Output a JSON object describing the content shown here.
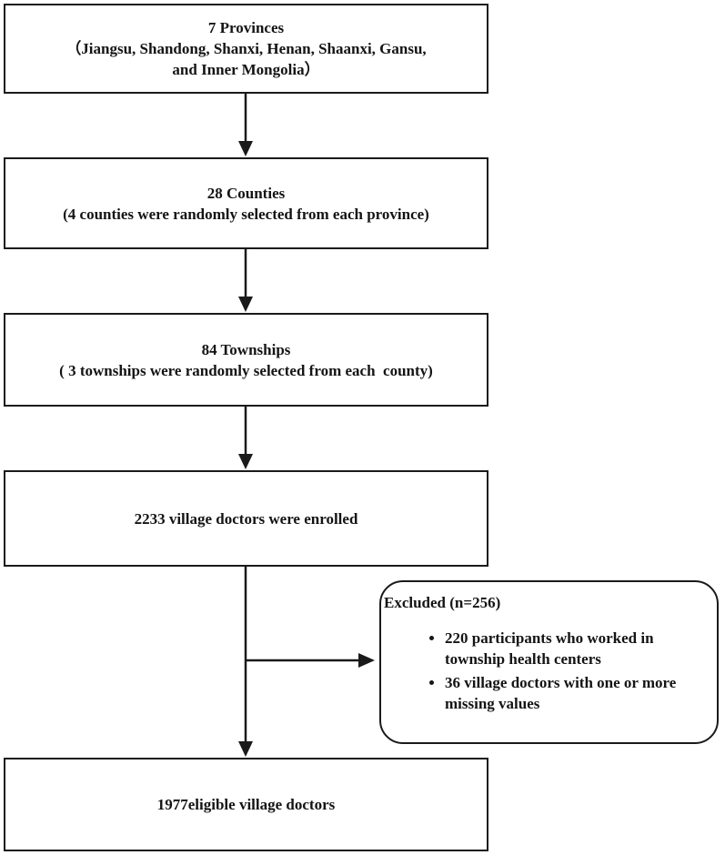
{
  "diagram": {
    "type": "flowchart",
    "colors": {
      "background": "#ffffff",
      "line": "#1a1a1a",
      "text": "#141414"
    },
    "boxes": [
      {
        "id": "provinces",
        "lines": [
          "7 Provinces",
          "（Jiangsu, Shandong, Shanxi, Henan, Shaanxi, Gansu,",
          "and Inner Mongolia）"
        ]
      },
      {
        "id": "counties",
        "lines": [
          "28 Counties",
          "(4 counties were randomly selected from each province)"
        ]
      },
      {
        "id": "townships",
        "lines": [
          "84 Townships",
          "( 3 townships were randomly selected from each  county)"
        ]
      },
      {
        "id": "enrolled",
        "lines": [
          "2233 village doctors were enrolled"
        ]
      },
      {
        "id": "eligible",
        "lines": [
          "1977eligible village doctors"
        ]
      }
    ],
    "excluded": {
      "title": "Excluded (n=256)",
      "items": [
        "220 participants who worked in township health centers",
        "36 village doctors with one or more missing values"
      ]
    }
  }
}
